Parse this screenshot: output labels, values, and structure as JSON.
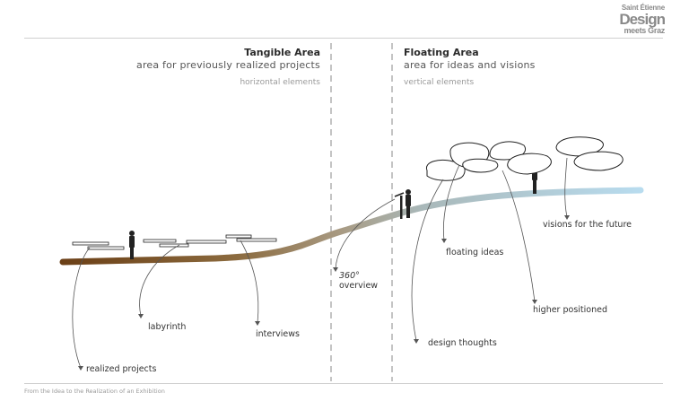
{
  "logo": {
    "line1": "Saint Étienne",
    "line2": "Design",
    "line3": "meets Graz"
  },
  "tangible": {
    "title": "Tangible Area",
    "subtitle": "area for previously realized projects",
    "tag": "horizontal elements"
  },
  "floating": {
    "title": "Floating Area",
    "subtitle": "area for ideas and visions",
    "tag": "vertical elements"
  },
  "labels": {
    "realized_projects": "realized projects",
    "labyrinth": "labyrinth",
    "interviews": "interviews",
    "overview_deg": "360°",
    "overview": "overview",
    "design_thoughts": "design thoughts",
    "floating_ideas": "floating ideas",
    "higher_positioned": "higher positioned",
    "visions_future": "visions for the future"
  },
  "footer": "From the Idea to the Realization of an Exhibition",
  "colors": {
    "path_start": "#6b3f16",
    "path_mid": "#9a8b72",
    "path_end": "#b8dcef",
    "rule": "#cfcfcf"
  }
}
